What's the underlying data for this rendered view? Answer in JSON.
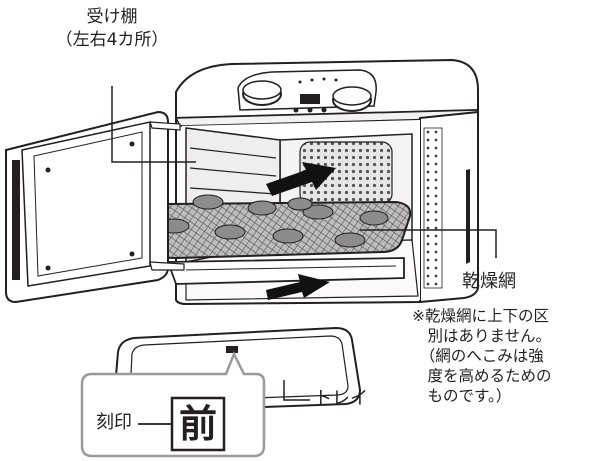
{
  "labels": {
    "shelf_title": "受け棚",
    "shelf_sub": "（左右4カ所）",
    "net": "乾燥網",
    "tray": "トレイ",
    "stamp": "刻印",
    "stamp_char": "前"
  },
  "note_lines": [
    "※乾燥網に上下の区",
    "　別はありません。",
    "　（網のへこみは強",
    "　度を高めるための",
    "　ものです。）"
  ],
  "colors": {
    "line": "#231f20",
    "body": "#ffffff",
    "interior": "#d9d9d9",
    "net": "#7a7a7a",
    "food": "#8c8c8c",
    "arrow": "#111111",
    "callout_border": "#9a9a9a"
  }
}
